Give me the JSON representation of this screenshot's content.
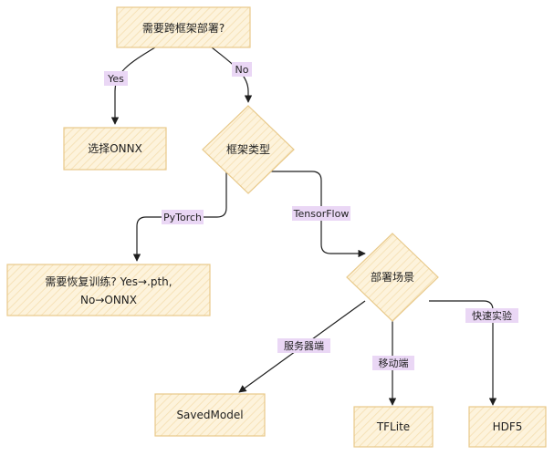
{
  "flowchart": {
    "nodes": {
      "start": "需要跨框架部署?",
      "onnx": "选择ONNX",
      "framework_type": "框架类型",
      "pytorch_line1": "需要恢复训练? Yes→.pth,",
      "pytorch_line2": "No→ONNX",
      "scenario": "部署场景",
      "savedmodel": "SavedModel",
      "tflite": "TFLite",
      "hdf5": "HDF5"
    },
    "edges": {
      "yes": "Yes",
      "no": "No",
      "pytorch": "PyTorch",
      "tensorflow": "TensorFlow",
      "server": "服务器端",
      "mobile": "移动端",
      "quick": "快速实验"
    }
  },
  "colors": {
    "node_fill": "#fdf3dc",
    "node_stroke": "#e8c98a",
    "label_bg": "#ead7f5",
    "edge": "#1f1f1f"
  }
}
